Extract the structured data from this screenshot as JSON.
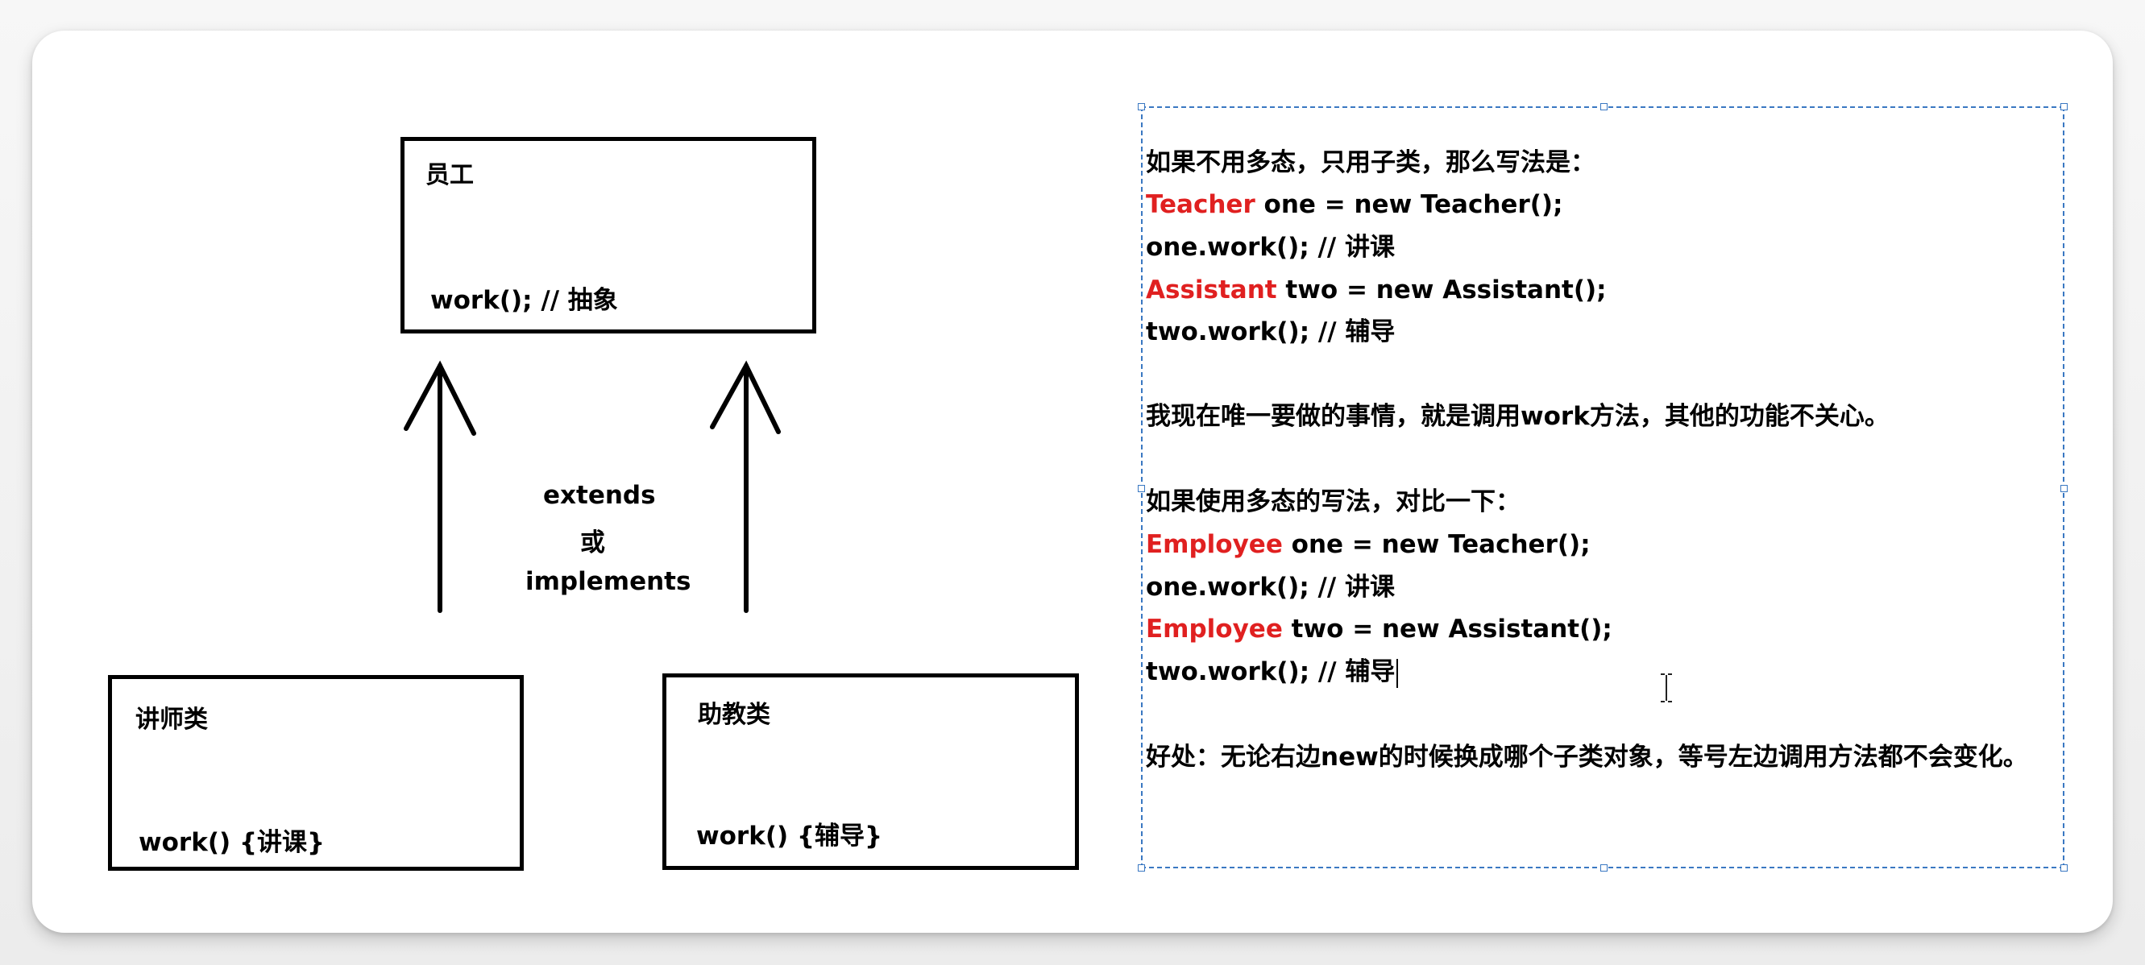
{
  "diagram": {
    "parent": {
      "title": "员工",
      "method": "work(); // 抽象"
    },
    "children": [
      {
        "title": "讲师类",
        "method": "work() {讲课}"
      },
      {
        "title": "助教类",
        "method": "work() {辅导}"
      }
    ],
    "relation": {
      "line1": "extends",
      "line2": "或",
      "line3": "implements"
    }
  },
  "notes": {
    "lines": [
      {
        "prefix": "",
        "rest": "如果不用多态，只用子类，那么写法是："
      },
      {
        "prefix": "Teacher",
        "rest": " one = new Teacher();"
      },
      {
        "prefix": "",
        "rest": "one.work(); // 讲课"
      },
      {
        "prefix": "Assistant",
        "rest": " two = new Assistant();"
      },
      {
        "prefix": "",
        "rest": "two.work(); // 辅导"
      },
      {
        "prefix": "",
        "rest": "我现在唯一要做的事情，就是调用work方法，其他的功能不关心。"
      },
      {
        "prefix": "",
        "rest": "如果使用多态的写法，对比一下："
      },
      {
        "prefix": "Employee",
        "rest": " one = new Teacher();"
      },
      {
        "prefix": "",
        "rest": "one.work(); // 讲课"
      },
      {
        "prefix": "Employee",
        "rest": " two = new Assistant();"
      },
      {
        "prefix": "",
        "rest": "two.work(); // 辅导"
      },
      {
        "prefix": "",
        "rest": "好处：无论右边new的时候换成哪个子类对象，等号左边调用方法都不会变化。"
      }
    ]
  },
  "colors": {
    "highlight": "#e02020",
    "selection": "#3a78c2",
    "stroke": "#000000"
  },
  "icons": {
    "arrow": "arrow-up-icon",
    "cursor": "text-ibeam-icon"
  }
}
